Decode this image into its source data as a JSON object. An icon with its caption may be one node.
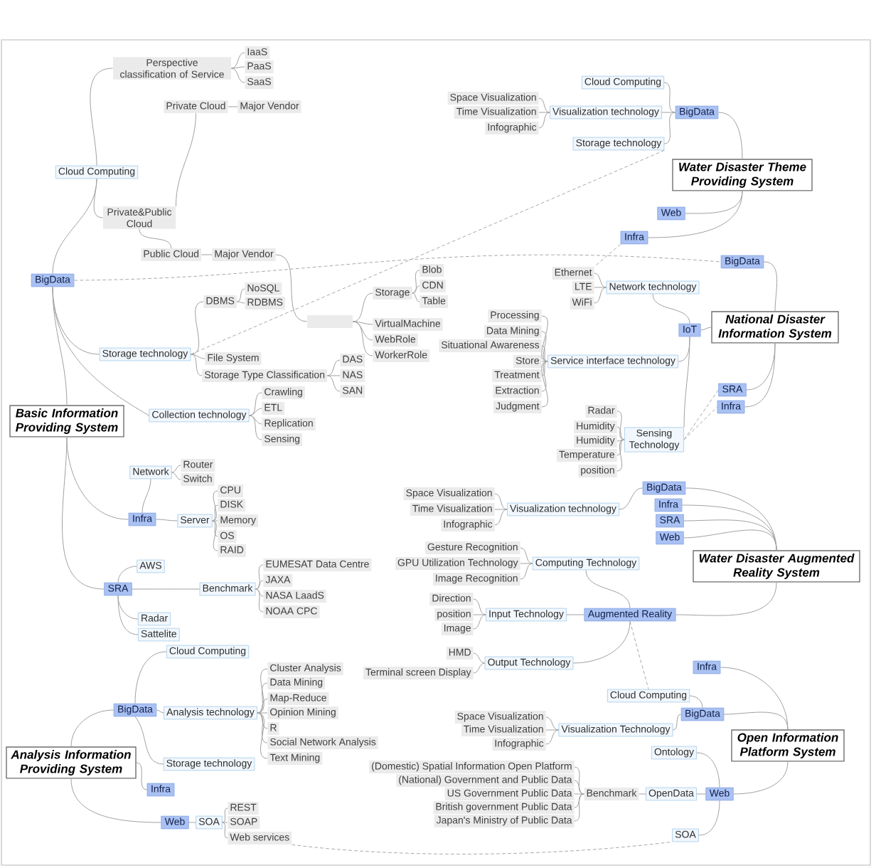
{
  "diagram": {
    "nodes": [
      {
        "text": [
          "Basic Information Providing System"
        ]
      },
      {
        "text": [
          "BigData"
        ]
      },
      {
        "text": [
          "Cloud Computing"
        ]
      },
      {
        "text": [
          "Perspective classification of Service"
        ]
      },
      {
        "text": [
          "IaaS"
        ]
      },
      {
        "text": [
          "PaaS"
        ]
      },
      {
        "text": [
          "SaaS"
        ]
      },
      {
        "text": [
          "Private&Public Cloud"
        ]
      },
      {
        "text": [
          "Private Cloud"
        ]
      },
      {
        "text": [
          "Major Vendor"
        ]
      },
      {
        "text": [
          "Public Cloud"
        ]
      },
      {
        "text": [
          "Major Vendor"
        ]
      },
      {
        "text": [],
        "shape": "box"
      },
      {
        "text": [
          "Storage"
        ]
      },
      {
        "text": [
          "Blob"
        ]
      },
      {
        "text": [
          "CDN"
        ]
      },
      {
        "text": [
          "Table"
        ]
      },
      {
        "text": [
          "VirtualMachine"
        ]
      },
      {
        "text": [
          "WebRole"
        ]
      },
      {
        "text": [
          "WorkerRole"
        ]
      },
      {
        "text": [
          "Storage technology"
        ]
      },
      {
        "text": [
          "DBMS"
        ]
      },
      {
        "text": [
          "NoSQL"
        ]
      },
      {
        "text": [
          "RDBMS"
        ]
      },
      {
        "text": [
          "File System"
        ]
      },
      {
        "text": [
          "Storage Type Classification"
        ]
      },
      {
        "text": [
          "DAS"
        ]
      },
      {
        "text": [
          "NAS"
        ]
      },
      {
        "text": [
          "SAN"
        ]
      },
      {
        "text": [
          "Collection technology"
        ]
      },
      {
        "text": [
          "Crawling"
        ]
      },
      {
        "text": [
          "ETL"
        ]
      },
      {
        "text": [
          "Replication"
        ]
      },
      {
        "text": [
          "Sensing"
        ]
      },
      {
        "text": [
          "Infra"
        ]
      },
      {
        "text": [
          "Network"
        ]
      },
      {
        "text": [
          "Router"
        ]
      },
      {
        "text": [
          "Switch"
        ]
      },
      {
        "text": [
          "Server"
        ]
      },
      {
        "text": [
          "CPU"
        ]
      },
      {
        "text": [
          "DISK"
        ]
      },
      {
        "text": [
          "Memory"
        ]
      },
      {
        "text": [
          "OS"
        ]
      },
      {
        "text": [
          "RAID"
        ]
      },
      {
        "text": [
          "SRA"
        ]
      },
      {
        "text": [
          "AWS"
        ]
      },
      {
        "text": [
          "Benchmark"
        ]
      },
      {
        "text": [
          "EUMESAT Data Centre"
        ]
      },
      {
        "text": [
          "JAXA"
        ]
      },
      {
        "text": [
          "NASA LaadS"
        ]
      },
      {
        "text": [
          "NOAA CPC"
        ]
      },
      {
        "text": [
          "Radar"
        ]
      },
      {
        "text": [
          "Sattelite"
        ]
      },
      {
        "text": [
          "Water Disaster Theme Providing System"
        ]
      },
      {
        "text": [
          "BigData"
        ]
      },
      {
        "text": [
          "Cloud Computing"
        ]
      },
      {
        "text": [
          "Visualization technology"
        ]
      },
      {
        "text": [
          "Space Visualization"
        ]
      },
      {
        "text": [
          "Time Visualization"
        ]
      },
      {
        "text": [
          "Infographic"
        ]
      },
      {
        "text": [
          "Storage technology"
        ]
      },
      {
        "text": [
          "Web"
        ]
      },
      {
        "text": [
          "Infra"
        ]
      },
      {
        "text": [
          "National Disaster Information System"
        ]
      },
      {
        "text": [
          "BigData"
        ]
      },
      {
        "text": [
          "IoT"
        ]
      },
      {
        "text": [
          "Network technology"
        ]
      },
      {
        "text": [
          "Ethernet"
        ]
      },
      {
        "text": [
          "LTE"
        ]
      },
      {
        "text": [
          "WiFi"
        ]
      },
      {
        "text": [
          "Service interface technology"
        ]
      },
      {
        "text": [
          "Processing"
        ]
      },
      {
        "text": [
          "Data Mining"
        ]
      },
      {
        "text": [
          "Situational Awareness"
        ]
      },
      {
        "text": [
          "Store"
        ]
      },
      {
        "text": [
          "Treatment"
        ]
      },
      {
        "text": [
          "Extraction"
        ]
      },
      {
        "text": [
          "Judgment"
        ]
      },
      {
        "text": [
          "Sensing Technology"
        ]
      },
      {
        "text": [
          "Radar"
        ]
      },
      {
        "text": [
          "Humidity"
        ]
      },
      {
        "text": [
          "Humidity"
        ]
      },
      {
        "text": [
          "Temperature"
        ]
      },
      {
        "text": [
          "position"
        ]
      },
      {
        "text": [
          "SRA"
        ]
      },
      {
        "text": [
          "Infra"
        ]
      },
      {
        "text": [
          "Water Disaster Augmented Reality System"
        ]
      },
      {
        "text": [
          "BigData"
        ]
      },
      {
        "text": [
          "Visualization technology"
        ]
      },
      {
        "text": [
          "Space Visualization"
        ]
      },
      {
        "text": [
          "Time Visualization"
        ]
      },
      {
        "text": [
          "Infographic"
        ]
      },
      {
        "text": [
          "Infra"
        ]
      },
      {
        "text": [
          "SRA"
        ]
      },
      {
        "text": [
          "Web"
        ]
      },
      {
        "text": [
          "Augmented Reality"
        ]
      },
      {
        "text": [
          "Computing Technology"
        ]
      },
      {
        "text": [
          "Gesture Recognition"
        ]
      },
      {
        "text": [
          "GPU Utilization Technology"
        ]
      },
      {
        "text": [
          "Image Recognition"
        ]
      },
      {
        "text": [
          "Input Technology"
        ]
      },
      {
        "text": [
          "Direction"
        ]
      },
      {
        "text": [
          "position"
        ]
      },
      {
        "text": [
          "Image"
        ]
      },
      {
        "text": [
          "Output Technology"
        ]
      },
      {
        "text": [
          "HMD"
        ]
      },
      {
        "text": [
          "Terminal screen Display"
        ]
      },
      {
        "text": [
          "Analysis Information Providing System"
        ]
      },
      {
        "text": [
          "BigData"
        ]
      },
      {
        "text": [
          "Cloud Computing"
        ]
      },
      {
        "text": [
          "Analysis technology"
        ]
      },
      {
        "text": [
          "Cluster Analysis"
        ]
      },
      {
        "text": [
          "Data Mining"
        ]
      },
      {
        "text": [
          "Map-Reduce"
        ]
      },
      {
        "text": [
          "Opinion Mining"
        ]
      },
      {
        "text": [
          "R"
        ]
      },
      {
        "text": [
          "Social Network Analysis"
        ]
      },
      {
        "text": [
          "Text Mining"
        ]
      },
      {
        "text": [
          "Storage technology"
        ]
      },
      {
        "text": [
          "Infra"
        ]
      },
      {
        "text": [
          "Web"
        ]
      },
      {
        "text": [
          "SOA"
        ]
      },
      {
        "text": [
          "REST"
        ]
      },
      {
        "text": [
          "SOAP"
        ]
      },
      {
        "text": [
          "Web services"
        ]
      },
      {
        "text": [
          "Open Information Platform System"
        ]
      },
      {
        "text": [
          "Infra"
        ]
      },
      {
        "text": [
          "BigData"
        ]
      },
      {
        "text": [
          "Cloud Computing"
        ]
      },
      {
        "text": [
          "Visualization Technology"
        ]
      },
      {
        "text": [
          "Space Visualization"
        ]
      },
      {
        "text": [
          "Time Visualization"
        ]
      },
      {
        "text": [
          "Infographic"
        ]
      },
      {
        "text": [
          "Web"
        ]
      },
      {
        "text": [
          "Ontology"
        ]
      },
      {
        "text": [
          "OpenData"
        ]
      },
      {
        "text": [
          "Benchmark"
        ]
      },
      {
        "text": [
          "(Domestic) Spatial Information Open Platform"
        ]
      },
      {
        "text": [
          "(National) Government and Public Data"
        ]
      },
      {
        "text": [
          "US Government Public Data"
        ]
      },
      {
        "text": [
          "British government Public Data"
        ]
      },
      {
        "text": [
          "Japan's Ministry of Public Data"
        ]
      },
      {
        "text": [
          "SOA"
        ]
      }
    ],
    "edges": [
      {
        "from": 0,
        "to": 1,
        "arrow": "none"
      },
      {
        "from": 0,
        "to": 34,
        "arrow": "none"
      },
      {
        "from": 0,
        "to": 44,
        "arrow": "none"
      },
      {
        "from": 1,
        "to": 2,
        "arrow": "none"
      },
      {
        "from": 1,
        "to": 20,
        "arrow": "none"
      },
      {
        "from": 1,
        "to": 29,
        "arrow": "none"
      },
      {
        "from": 2,
        "to": 3,
        "arrow": "none"
      },
      {
        "from": 2,
        "to": 7,
        "arrow": "none"
      },
      {
        "from": 3,
        "to": 4,
        "arrow": "none"
      },
      {
        "from": 3,
        "to": 5,
        "arrow": "none"
      },
      {
        "from": 3,
        "to": 6,
        "arrow": "none"
      },
      {
        "from": 7,
        "to": 8,
        "arrow": "none"
      },
      {
        "from": 7,
        "to": 10,
        "arrow": "none"
      },
      {
        "from": 8,
        "to": 9,
        "arrow": "none"
      },
      {
        "from": 10,
        "to": 11,
        "arrow": "none"
      },
      {
        "from": 11,
        "to": 12,
        "arrow": "none"
      },
      {
        "from": 12,
        "to": 13,
        "arrow": "none"
      },
      {
        "from": 12,
        "to": 17,
        "arrow": "none"
      },
      {
        "from": 12,
        "to": 18,
        "arrow": "none"
      },
      {
        "from": 12,
        "to": 19,
        "arrow": "none"
      },
      {
        "from": 13,
        "to": 14,
        "arrow": "none"
      },
      {
        "from": 13,
        "to": 15,
        "arrow": "none"
      },
      {
        "from": 13,
        "to": 16,
        "arrow": "none"
      },
      {
        "from": 20,
        "to": 21,
        "arrow": "none"
      },
      {
        "from": 20,
        "to": 24,
        "arrow": "none"
      },
      {
        "from": 20,
        "to": 25,
        "arrow": "none"
      },
      {
        "from": 21,
        "to": 22,
        "arrow": "none"
      },
      {
        "from": 21,
        "to": 23,
        "arrow": "none"
      },
      {
        "from": 25,
        "to": 26,
        "arrow": "none"
      },
      {
        "from": 25,
        "to": 27,
        "arrow": "none"
      },
      {
        "from": 25,
        "to": 28,
        "arrow": "none"
      },
      {
        "from": 29,
        "to": 30,
        "arrow": "none"
      },
      {
        "from": 29,
        "to": 31,
        "arrow": "none"
      },
      {
        "from": 29,
        "to": 32,
        "arrow": "none"
      },
      {
        "from": 29,
        "to": 33,
        "arrow": "none"
      },
      {
        "from": 34,
        "to": 35,
        "arrow": "none"
      },
      {
        "from": 34,
        "to": 38,
        "arrow": "none"
      },
      {
        "from": 35,
        "to": 36,
        "arrow": "none"
      },
      {
        "from": 35,
        "to": 37,
        "arrow": "none"
      },
      {
        "from": 38,
        "to": 39,
        "arrow": "none"
      },
      {
        "from": 38,
        "to": 40,
        "arrow": "none"
      },
      {
        "from": 38,
        "to": 41,
        "arrow": "none"
      },
      {
        "from": 38,
        "to": 42,
        "arrow": "none"
      },
      {
        "from": 38,
        "to": 43,
        "arrow": "none"
      },
      {
        "from": 44,
        "to": 45,
        "arrow": "none"
      },
      {
        "from": 44,
        "to": 46,
        "arrow": "none"
      },
      {
        "from": 44,
        "to": 51,
        "arrow": "none"
      },
      {
        "from": 44,
        "to": 52,
        "arrow": "none"
      },
      {
        "from": 46,
        "to": 47,
        "arrow": "none"
      },
      {
        "from": 46,
        "to": 48,
        "arrow": "none"
      },
      {
        "from": 46,
        "to": 49,
        "arrow": "none"
      },
      {
        "from": 46,
        "to": 50,
        "arrow": "none"
      },
      {
        "from": 53,
        "to": 54,
        "arrow": "none"
      },
      {
        "from": 53,
        "to": 61,
        "arrow": "none"
      },
      {
        "from": 53,
        "to": 62,
        "arrow": "none"
      },
      {
        "from": 54,
        "to": 55,
        "arrow": "none"
      },
      {
        "from": 54,
        "to": 56,
        "arrow": "none"
      },
      {
        "from": 54,
        "to": 60,
        "arrow": "none"
      },
      {
        "from": 56,
        "to": 57,
        "arrow": "none"
      },
      {
        "from": 56,
        "to": 58,
        "arrow": "none"
      },
      {
        "from": 56,
        "to": 59,
        "arrow": "none"
      },
      {
        "from": 63,
        "to": 64,
        "arrow": "none"
      },
      {
        "from": 63,
        "to": 65,
        "arrow": "none"
      },
      {
        "from": 63,
        "to": 84,
        "arrow": "none"
      },
      {
        "from": 63,
        "to": 85,
        "arrow": "none"
      },
      {
        "from": 65,
        "to": 66,
        "arrow": "none"
      },
      {
        "from": 65,
        "to": 70,
        "arrow": "none"
      },
      {
        "from": 65,
        "to": 78,
        "arrow": "none"
      },
      {
        "from": 66,
        "to": 67,
        "arrow": "none"
      },
      {
        "from": 66,
        "to": 68,
        "arrow": "none"
      },
      {
        "from": 66,
        "to": 69,
        "arrow": "none"
      },
      {
        "from": 70,
        "to": 71,
        "arrow": "none"
      },
      {
        "from": 70,
        "to": 72,
        "arrow": "none"
      },
      {
        "from": 70,
        "to": 73,
        "arrow": "none"
      },
      {
        "from": 70,
        "to": 74,
        "arrow": "none"
      },
      {
        "from": 70,
        "to": 75,
        "arrow": "none"
      },
      {
        "from": 70,
        "to": 76,
        "arrow": "none"
      },
      {
        "from": 70,
        "to": 77,
        "arrow": "none"
      },
      {
        "from": 78,
        "to": 79,
        "arrow": "none"
      },
      {
        "from": 78,
        "to": 80,
        "arrow": "none"
      },
      {
        "from": 78,
        "to": 81,
        "arrow": "none"
      },
      {
        "from": 78,
        "to": 82,
        "arrow": "none"
      },
      {
        "from": 78,
        "to": 83,
        "arrow": "none"
      },
      {
        "from": 86,
        "to": 87,
        "arrow": "none"
      },
      {
        "from": 86,
        "to": 92,
        "arrow": "none"
      },
      {
        "from": 86,
        "to": 93,
        "arrow": "none"
      },
      {
        "from": 86,
        "to": 94,
        "arrow": "none"
      },
      {
        "from": 86,
        "to": 95,
        "arrow": "none"
      },
      {
        "from": 87,
        "to": 88,
        "arrow": "none"
      },
      {
        "from": 88,
        "to": 89,
        "arrow": "none"
      },
      {
        "from": 88,
        "to": 90,
        "arrow": "none"
      },
      {
        "from": 88,
        "to": 91,
        "arrow": "none"
      },
      {
        "from": 95,
        "to": 96,
        "arrow": "none"
      },
      {
        "from": 95,
        "to": 100,
        "arrow": "none"
      },
      {
        "from": 95,
        "to": 104,
        "arrow": "none"
      },
      {
        "from": 96,
        "to": 97,
        "arrow": "none"
      },
      {
        "from": 96,
        "to": 98,
        "arrow": "none"
      },
      {
        "from": 96,
        "to": 99,
        "arrow": "none"
      },
      {
        "from": 100,
        "to": 101,
        "arrow": "none"
      },
      {
        "from": 100,
        "to": 102,
        "arrow": "none"
      },
      {
        "from": 100,
        "to": 103,
        "arrow": "none"
      },
      {
        "from": 104,
        "to": 105,
        "arrow": "none"
      },
      {
        "from": 104,
        "to": 106,
        "arrow": "none"
      },
      {
        "from": 107,
        "to": 108,
        "arrow": "none"
      },
      {
        "from": 107,
        "to": 119,
        "arrow": "none"
      },
      {
        "from": 107,
        "to": 120,
        "arrow": "none"
      },
      {
        "from": 108,
        "to": 109,
        "arrow": "none"
      },
      {
        "from": 108,
        "to": 110,
        "arrow": "none"
      },
      {
        "from": 108,
        "to": 118,
        "arrow": "none"
      },
      {
        "from": 110,
        "to": 111,
        "arrow": "none"
      },
      {
        "from": 110,
        "to": 112,
        "arrow": "none"
      },
      {
        "from": 110,
        "to": 113,
        "arrow": "none"
      },
      {
        "from": 110,
        "to": 114,
        "arrow": "none"
      },
      {
        "from": 110,
        "to": 115,
        "arrow": "none"
      },
      {
        "from": 110,
        "to": 116,
        "arrow": "none"
      },
      {
        "from": 110,
        "to": 117,
        "arrow": "none"
      },
      {
        "from": 120,
        "to": 121,
        "arrow": "none"
      },
      {
        "from": 121,
        "to": 122,
        "arrow": "none"
      },
      {
        "from": 121,
        "to": 123,
        "arrow": "none"
      },
      {
        "from": 121,
        "to": 124,
        "arrow": "none"
      },
      {
        "from": 125,
        "to": 126,
        "arrow": "none"
      },
      {
        "from": 125,
        "to": 127,
        "arrow": "none"
      },
      {
        "from": 125,
        "to": 133,
        "arrow": "none"
      },
      {
        "from": 127,
        "to": 128,
        "arrow": "none"
      },
      {
        "from": 127,
        "to": 129,
        "arrow": "none"
      },
      {
        "from": 129,
        "to": 130,
        "arrow": "none"
      },
      {
        "from": 129,
        "to": 131,
        "arrow": "none"
      },
      {
        "from": 129,
        "to": 132,
        "arrow": "none"
      },
      {
        "from": 133,
        "to": 134,
        "arrow": "none"
      },
      {
        "from": 133,
        "to": 135,
        "arrow": "none"
      },
      {
        "from": 133,
        "to": 142,
        "arrow": "none"
      },
      {
        "from": 135,
        "to": 136,
        "arrow": "none"
      },
      {
        "from": 136,
        "to": 137,
        "arrow": "none"
      },
      {
        "from": 136,
        "to": 138,
        "arrow": "none"
      },
      {
        "from": 136,
        "to": 139,
        "arrow": "none"
      },
      {
        "from": 136,
        "to": 140,
        "arrow": "none"
      },
      {
        "from": 136,
        "to": 141,
        "arrow": "none"
      },
      {
        "from": 1,
        "to": 64,
        "arrow": "none",
        "style": "dashed"
      },
      {
        "from": 60,
        "to": 20,
        "arrow": "none",
        "style": "dashed"
      },
      {
        "from": 62,
        "to": 67,
        "arrow": "none",
        "style": "dashed"
      },
      {
        "from": 78,
        "to": 84,
        "arrow": "none",
        "style": "dashed"
      },
      {
        "from": 78,
        "to": 85,
        "arrow": "none",
        "style": "dashed"
      },
      {
        "from": 95,
        "to": 128,
        "arrow": "none",
        "style": "dashed"
      },
      {
        "from": 124,
        "to": 142,
        "arrow": "none",
        "style": "dashed"
      }
    ]
  }
}
